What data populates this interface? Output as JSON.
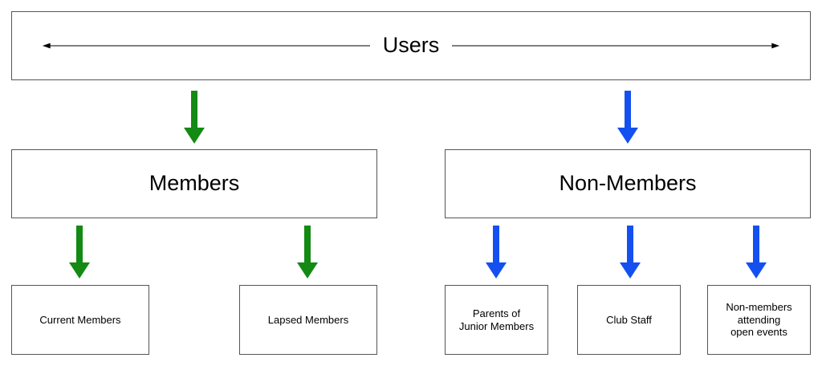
{
  "colors": {
    "members_arrow": "#138a13",
    "nonmembers_arrow": "#1450f0",
    "box_border": "#555555",
    "span_line": "#000000"
  },
  "top": {
    "label": "Users"
  },
  "groups": {
    "members": {
      "label": "Members",
      "children": [
        "Current Members",
        "Lapsed Members"
      ]
    },
    "non_members": {
      "label": "Non-Members",
      "children": [
        "Parents of\nJunior Members",
        "Club Staff",
        "Non-members\nattending\nopen events"
      ]
    }
  },
  "icons": {
    "span": "double-headed-arrow",
    "connector": "down-arrow"
  }
}
